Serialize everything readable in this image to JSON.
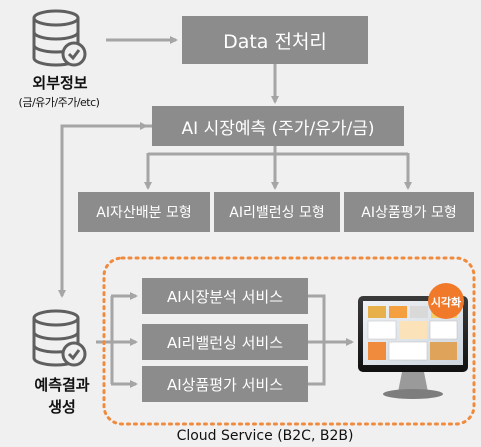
{
  "nodes": {
    "data_preprocess": "Data 전처리",
    "ai_forecast": "AI 시장예측 (주가/유가/금)",
    "model_asset": "AI자산배분 모형",
    "model_rebalance": "AI리밸런싱 모형",
    "model_product": "AI상품평가 모형",
    "svc_market": "AI시장분석 서비스",
    "svc_rebalance": "AI리밸런싱 서비스",
    "svc_product": "AI상품평가 서비스"
  },
  "external": {
    "title": "외부정보",
    "subtitle": "(금/유가/주가/etc)"
  },
  "result": {
    "line1": "예측결과",
    "line2": "생성"
  },
  "cloud": {
    "label": "Cloud Service (B2C, B2B)"
  },
  "monitor": {
    "badge": "시각화"
  },
  "colors": {
    "box": "#8c8c8c",
    "arrow": "#a5a5a5",
    "cloud_border": "#f08a3c",
    "badge": "#f07a2a",
    "db": "#5f5f5f"
  },
  "icons": [
    "database-check-icon",
    "monitor-icon"
  ]
}
